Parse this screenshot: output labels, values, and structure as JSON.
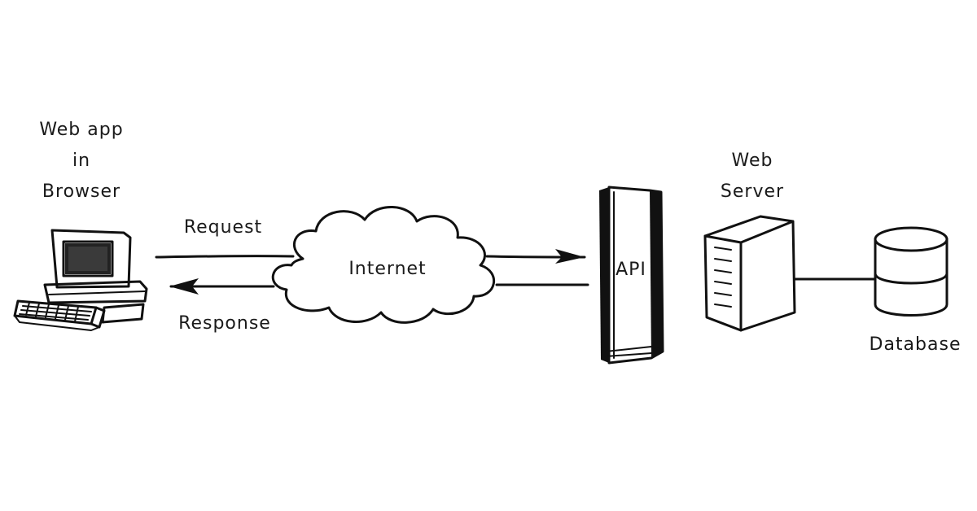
{
  "labels": {
    "client_line1": "Web app",
    "client_line2": "in",
    "client_line3": "Browser",
    "request": "Request",
    "response": "Response",
    "internet": "Internet",
    "api": "API",
    "server_line1": "Web",
    "server_line2": "Server",
    "database": "Database"
  },
  "icons": {
    "client": "computer-icon",
    "network": "cloud-icon",
    "api": "api-gateway-pillar",
    "server": "server-tower-icon",
    "database": "database-cylinder-icon"
  },
  "colors": {
    "background": "#ffffff",
    "ink": "#111111"
  }
}
